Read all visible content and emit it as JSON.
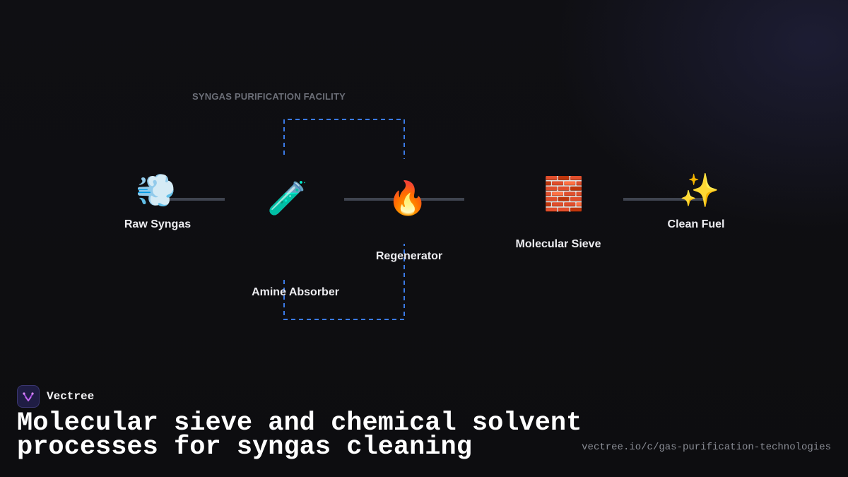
{
  "diagram": {
    "facility_label": "SYNGAS PURIFICATION FACILITY",
    "nodes": [
      {
        "id": "raw",
        "label": "Raw Syngas",
        "icon": "💨",
        "icon_name": "dashing-away-icon"
      },
      {
        "id": "amine",
        "label": "Amine Absorber",
        "icon": "🧪",
        "icon_name": "test-tube-icon"
      },
      {
        "id": "regen",
        "label": "Regenerator",
        "icon": "🔥",
        "icon_name": "fire-icon"
      },
      {
        "id": "sieve",
        "label": "Molecular Sieve",
        "icon": "🧱",
        "icon_name": "brick-icon"
      },
      {
        "id": "clean",
        "label": "Clean Fuel",
        "icon": "✨",
        "icon_name": "sparkles-icon"
      }
    ],
    "colors": {
      "pipe": "#3f4450",
      "recycle_loop": "#3b7be8"
    }
  },
  "brand": {
    "name": "Vectree",
    "logo_icon": "vectree-logo-icon",
    "logo_color": "#1f1d44"
  },
  "headline": "Molecular sieve and chemical solvent processes for syngas cleaning",
  "source_url": "vectree.io/c/gas-purification-technologies"
}
